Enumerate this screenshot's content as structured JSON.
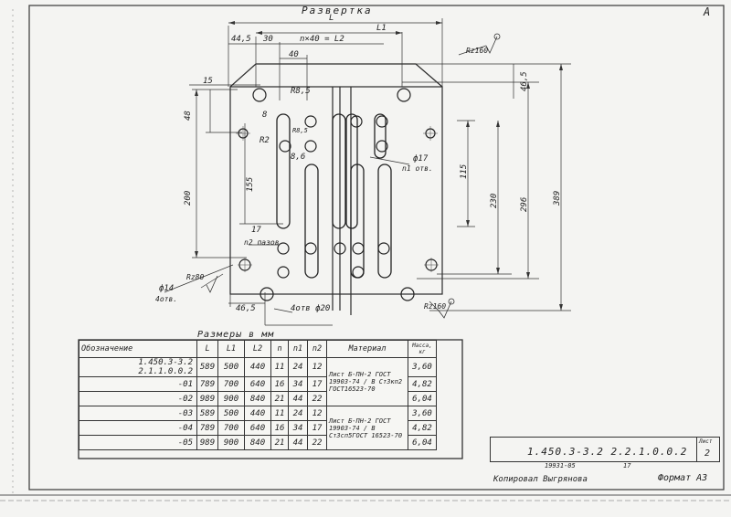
{
  "drawing": {
    "section_title": "Развертка",
    "page_mark": "А",
    "dims": {
      "d_44_5": "44,5",
      "d_30": "30",
      "d_nx40": "n×40 = L2",
      "d_L1": "L1",
      "d_L": "L",
      "d_40": "40",
      "d_15": "15",
      "d_48": "48",
      "d_R8_5": "R8,5",
      "d_8": "8",
      "d_R8_5b": "R8,5",
      "d_R2": "R2",
      "d_8_6": "8,6",
      "d_200": "200",
      "d_155": "155",
      "d_17": "17",
      "d_n2": "n2 пазов",
      "d_phi17": "ф17",
      "d_n1": "n1 отв.",
      "d_115": "115",
      "d_230": "230",
      "d_296": "296",
      "d_389": "389",
      "d_46_5_top": "46,5",
      "d_46_5_bot": "46,5",
      "d_phi14": "ф14",
      "d_4otv": "4отв.",
      "d_4otv_phi20": "4отв ф20",
      "rz160": "Rz160",
      "rz80": "Rz80",
      "rz160b": "Rz160"
    }
  },
  "table": {
    "caption": "Размеры в мм",
    "headers": {
      "designation": "Обозначение",
      "L": "L",
      "L1": "L1",
      "L2": "L2",
      "n": "n",
      "n1": "n1",
      "n2": "n2",
      "material": "Материал",
      "mass": "Масса, кг"
    },
    "rows": [
      {
        "des": "1.450.3-3.2  2.1.1.0.0.2",
        "L": "589",
        "L1": "500",
        "L2": "440",
        "n": "11",
        "n1": "24",
        "n2": "12",
        "mass": "3,60"
      },
      {
        "des": "-01",
        "L": "789",
        "L1": "700",
        "L2": "640",
        "n": "16",
        "n1": "34",
        "n2": "17",
        "mass": "4,82"
      },
      {
        "des": "-02",
        "L": "989",
        "L1": "900",
        "L2": "840",
        "n": "21",
        "n1": "44",
        "n2": "22",
        "mass": "6,04"
      },
      {
        "des": "-03",
        "L": "589",
        "L1": "500",
        "L2": "440",
        "n": "11",
        "n1": "24",
        "n2": "12",
        "mass": "3,60"
      },
      {
        "des": "-04",
        "L": "789",
        "L1": "700",
        "L2": "640",
        "n": "16",
        "n1": "34",
        "n2": "17",
        "mass": "4,82"
      },
      {
        "des": "-05",
        "L": "989",
        "L1": "900",
        "L2": "840",
        "n": "21",
        "n1": "44",
        "n2": "22",
        "mass": "6,04"
      }
    ],
    "material_1": "Лист Б-ПН-2 ГОСТ 19903-74 / В Ст3кп2 ГОСТ16523-70",
    "material_2": "Лист Б-ПН-2 ГОСТ 19903-74 / В Ст3сп5ГОСТ 16523-70"
  },
  "title_block": {
    "code": "1.450.3-3.2  2.2.1.0.0.2",
    "sheet_label": "Лист",
    "sheet_value": "2",
    "small_number": "19931-05",
    "small_sheet": "17",
    "copied_by": "Копировал  Выгрянова",
    "format": "Формат  А3"
  }
}
